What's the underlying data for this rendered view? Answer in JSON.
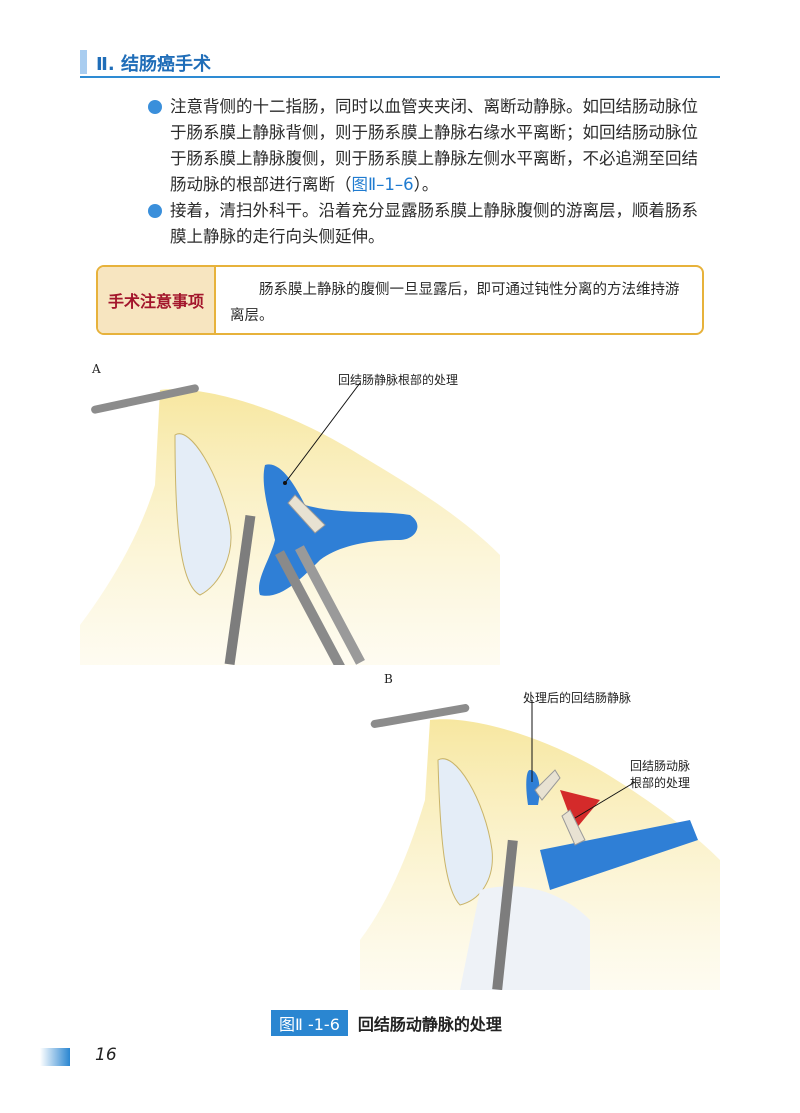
{
  "header": {
    "title": "Ⅱ. 结肠癌手术"
  },
  "body": {
    "paragraphs": [
      {
        "text_before": "注意背侧的十二指肠，同时以血管夹夹闭、离断动静脉。如回结肠动脉位于肠系膜上静脉背侧，则于肠系膜上静脉右缘水平离断；如回结肠动脉位于肠系膜上静脉腹侧，则于肠系膜上静脉左侧水平离断，不必追溯至回结肠动脉的根部进行离断（",
        "ref": "图Ⅱ–1–6",
        "text_after": "）。"
      },
      {
        "text_before": "接着，清扫外科干。沿着充分显露肠系膜上静脉腹侧的游离层，顺着肠系膜上静脉的走行向头侧延伸。",
        "ref": "",
        "text_after": ""
      }
    ]
  },
  "note": {
    "label": "手术注意事项",
    "text": "肠系膜上静脉的腹侧一旦显露后，即可通过钝性分离的方法维持游离层。"
  },
  "figure": {
    "panel_a": {
      "label": "A",
      "callout": "回结肠静脉根部的处理"
    },
    "panel_b": {
      "label": "B",
      "callout_1": "处理后的回结肠静脉",
      "callout_2_line1": "回结肠动脉",
      "callout_2_line2": "根部的处理"
    },
    "caption_tag": "图Ⅱ -1-6",
    "caption_text": "回结肠动静脉的处理"
  },
  "footer": {
    "page_number": "16"
  },
  "colors": {
    "accent_blue": "#2a86d1",
    "note_border": "#e7b23b",
    "note_label": "#a3162c",
    "vein": "#2f7fd6",
    "artery": "#d42a2a",
    "tissue": "#f6e59a"
  }
}
